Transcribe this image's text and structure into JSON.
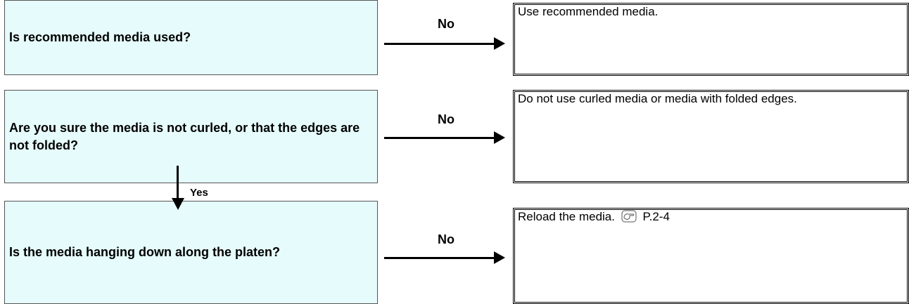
{
  "questions": [
    {
      "text": "Is recommended media used?",
      "no_label": "No",
      "answer": "Use recommended media."
    },
    {
      "text": "Are you sure the media is not curled, or that the edges are not folded?",
      "no_label": "No",
      "answer": "Do not use curled media or media with folded edges.",
      "yes_label": "Yes"
    },
    {
      "text": "Is the media hanging down along the platen?",
      "no_label": "No",
      "answer_prefix": "Reload the media.",
      "answer_ref_icon": "pointing-hand-reference-icon",
      "answer_ref": "P.2-4"
    }
  ]
}
